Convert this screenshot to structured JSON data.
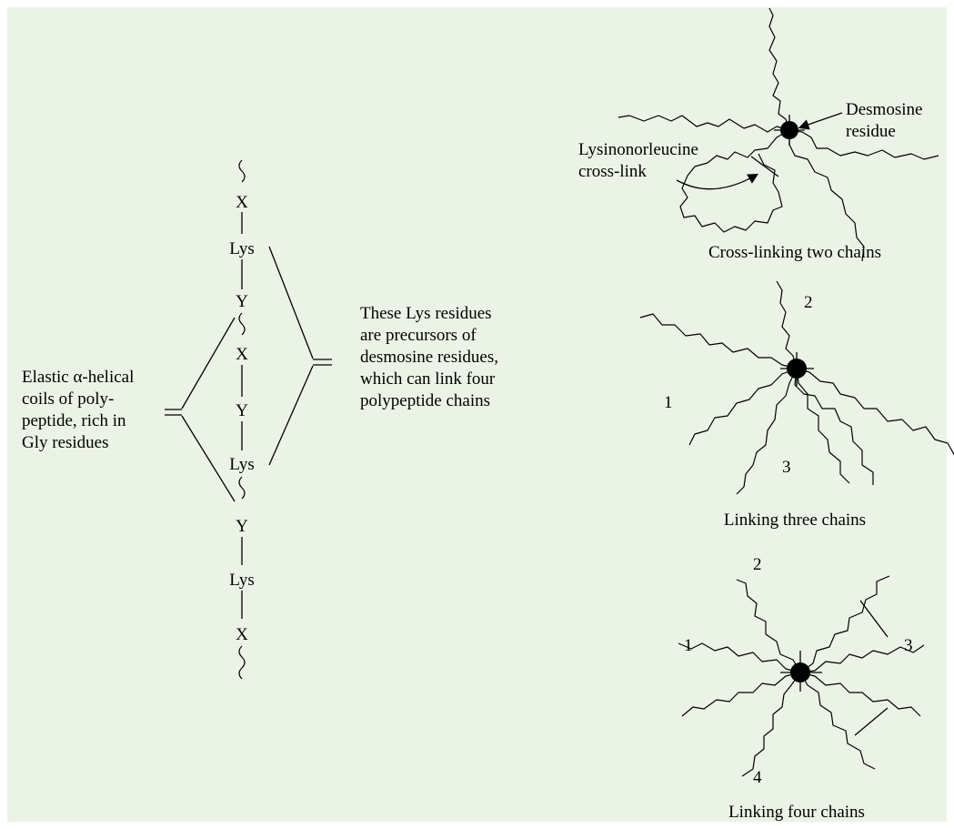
{
  "chain": {
    "x1": "X",
    "lys1": "Lys",
    "y1": "Y",
    "x2": "X",
    "y2": "Y",
    "lys2": "Lys",
    "y3": "Y",
    "lys3": "Lys",
    "x3": "X"
  },
  "left_label": [
    "Elastic α-helical",
    "coils of poly-",
    "peptide, rich in",
    "Gly residues"
  ],
  "middle_label": [
    "These Lys residues",
    "are precursors of",
    "desmosine residues,",
    "which can link four",
    "polypeptide chains"
  ],
  "panel_two_chains": {
    "desmosine_label": [
      "Desmosine",
      "residue"
    ],
    "lysinonorleucine_label": [
      "Lysinonorleucine",
      "cross-link"
    ],
    "caption": "Cross-linking two chains"
  },
  "panel_three_chains": {
    "numbers": [
      "1",
      "2",
      "3"
    ],
    "caption": "Linking three chains"
  },
  "panel_four_chains": {
    "numbers": [
      "1",
      "2",
      "3",
      "4"
    ],
    "caption": "Linking four chains"
  }
}
